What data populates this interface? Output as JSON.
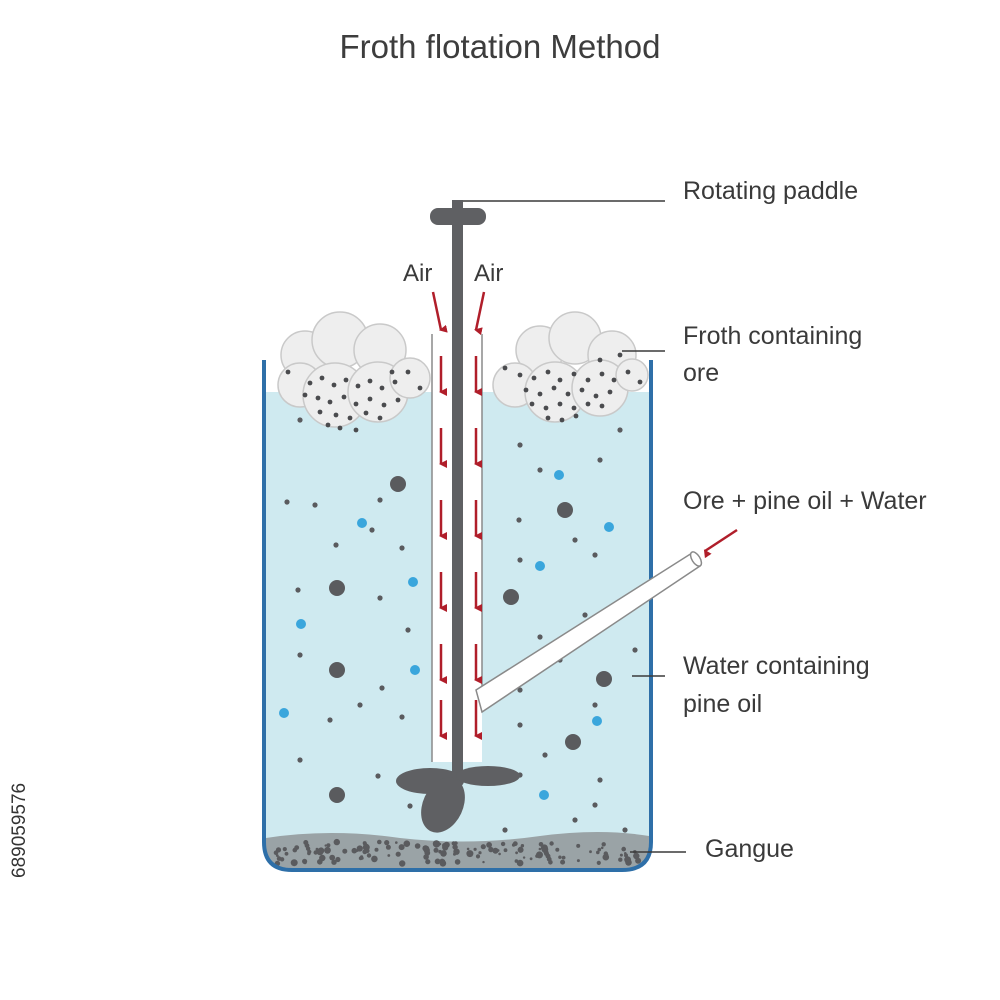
{
  "title": "Froth flotation Method",
  "labels": {
    "rotating_paddle": "Rotating paddle",
    "froth_line1": "Froth containing",
    "froth_line2": "ore",
    "feed": "Ore + pine oil + Water",
    "water_line1": "Water containing",
    "water_line2": "pine oil",
    "gangue": "Gangue",
    "air_left": "Air",
    "air_right": "Air"
  },
  "stock_id": "689059576",
  "colors": {
    "water": "#cfeaf0",
    "tank_border": "#2e6fa8",
    "shaft": "#5f6063",
    "arrow": "#b01e2a",
    "particle_dark": "#5a5b5e",
    "particle_blue": "#3aa6dc",
    "gangue": "#9aa3a6",
    "froth": "#eeeeee"
  }
}
